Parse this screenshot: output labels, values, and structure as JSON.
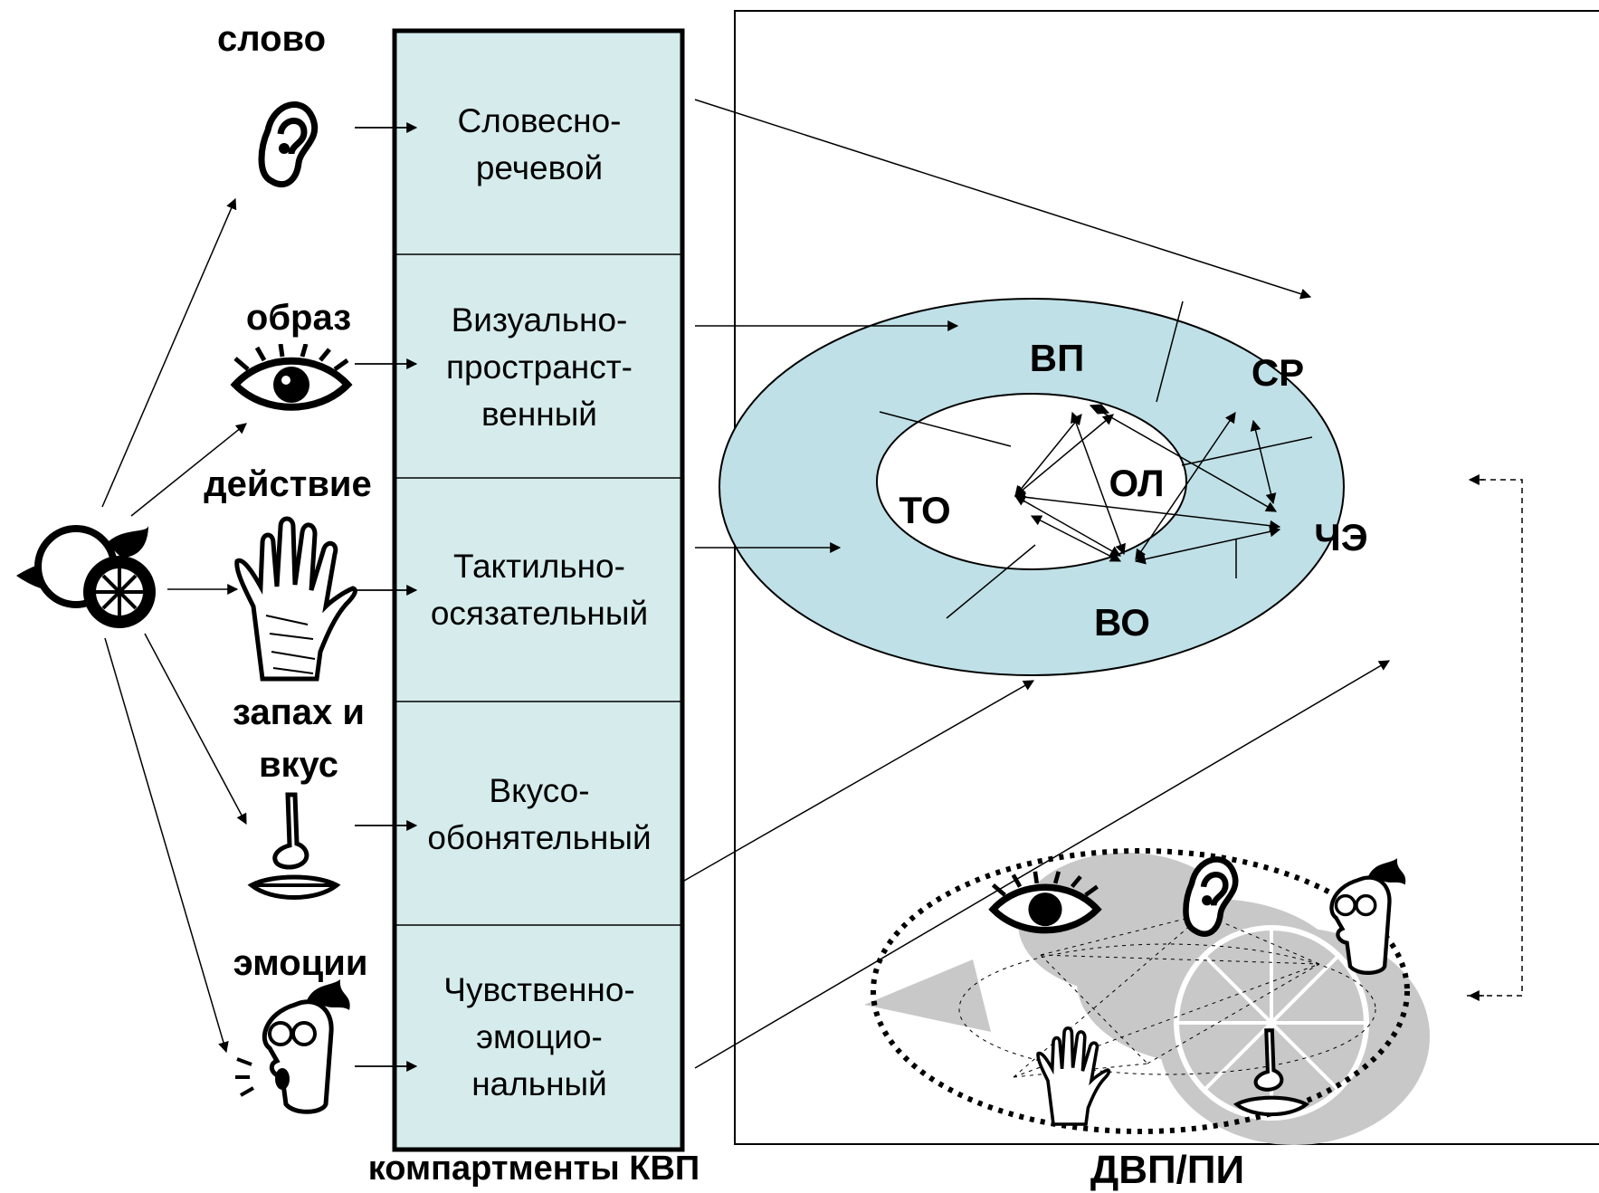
{
  "modalities": [
    {
      "label": "слово",
      "icon": "ear-icon"
    },
    {
      "label": "образ",
      "icon": "eye-icon"
    },
    {
      "label": "действие",
      "icon": "hand-icon"
    },
    {
      "label": "запах и\nвкус",
      "icon": "nose-mouth-icon"
    },
    {
      "label": "эмоции",
      "icon": "emotional-face-icon"
    }
  ],
  "source_icon": "lemon-icon",
  "compartments": {
    "cells": [
      "Словесно-\nречевой",
      "Визуально-\nпространст-\nвенный",
      "Тактильно-\nосязательный",
      "Вкусо-\nобонятельный",
      "Чувственно-\nэмоцио-\nнальный"
    ],
    "caption": "компартменты КВП"
  },
  "ring": {
    "segments": [
      "ВП",
      "СР",
      "ТО",
      "ЧЭ",
      "ВО"
    ],
    "center": "ОЛ"
  },
  "bottom_caption": "ДВП/ПИ",
  "colors": {
    "cell_fill": "#d6ecec",
    "ring_fill": "#bfe0e6",
    "sketch_gray": "#c8c8c8"
  }
}
